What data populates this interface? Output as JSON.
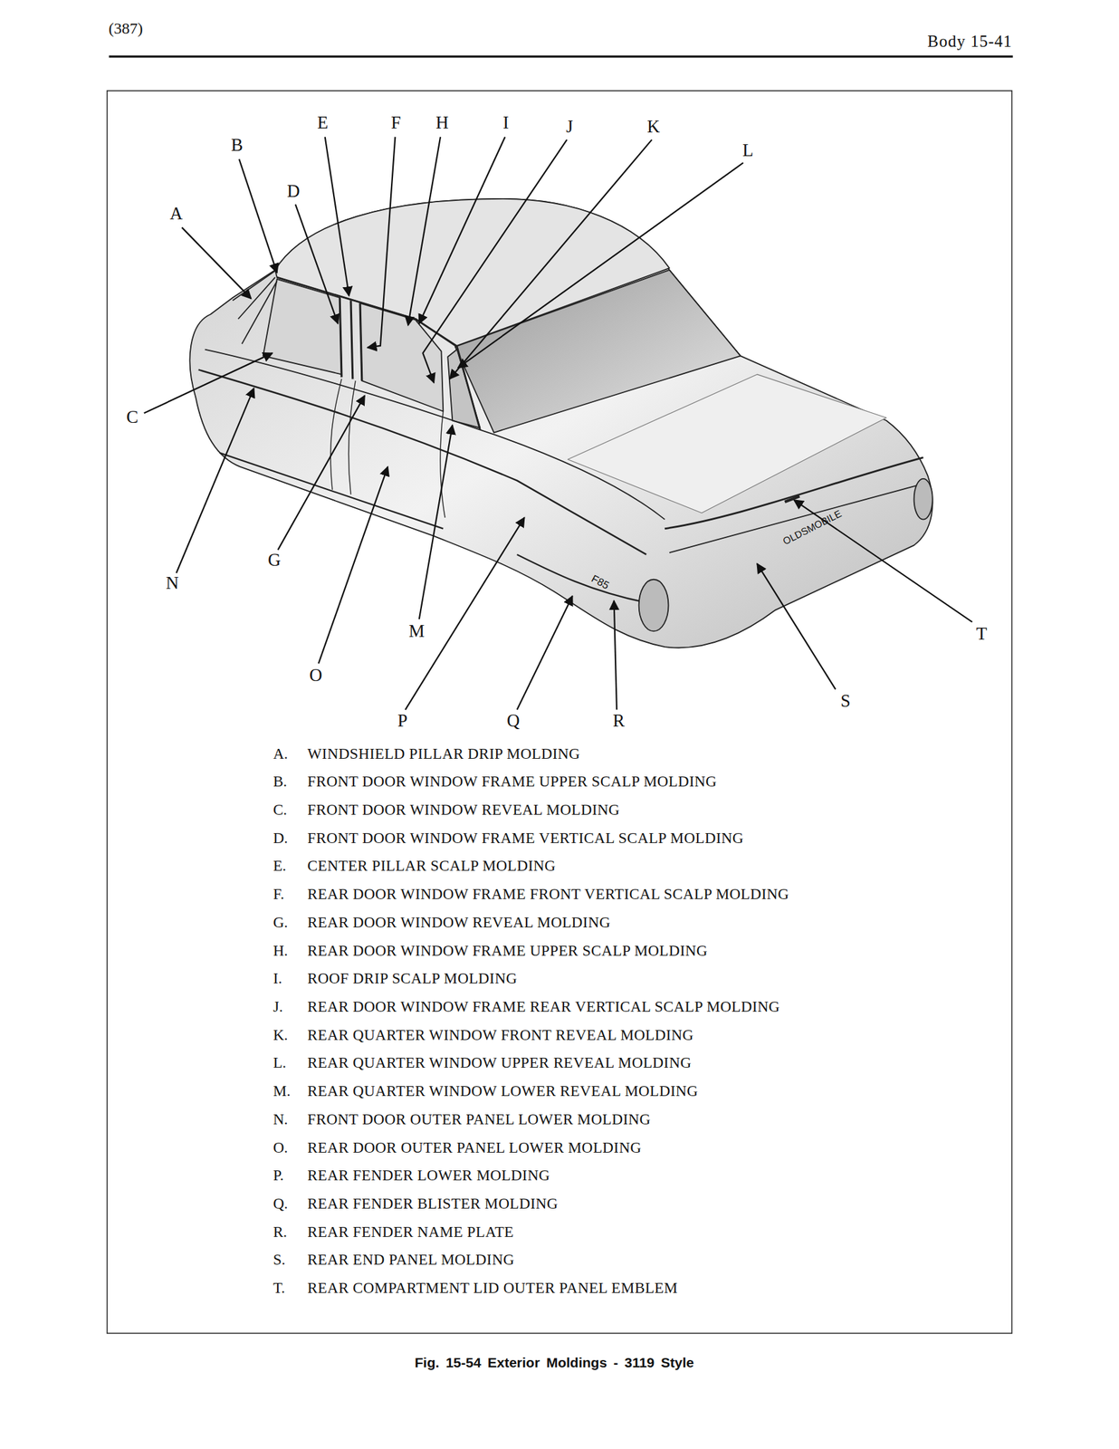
{
  "diagram": {
    "caption": "Fig. 15-54 Exterior Moldings - 3119 Style",
    "labels": [
      "(387)",
      "Body 15-41",
      "E",
      "F",
      "H",
      "I",
      "J",
      "K",
      "B",
      "L",
      "D",
      "A",
      "C",
      "G",
      "N",
      "M",
      "T",
      "O",
      "S",
      "P",
      "Q",
      "R",
      "OLDSMOBILE",
      "F85",
      "A.",
      "WINDSHIELD PILLAR DRIP MOLDING",
      "B.",
      "FRONT DOOR WINDOW FRAME UPPER SCALP MOLDING",
      "C.",
      "FRONT DOOR WINDOW REVEAL MOLDING",
      "D.",
      "FRONT DOOR WINDOW FRAME VERTICAL SCALP MOLDING",
      "E.",
      "CENTER PILLAR SCALP MOLDING",
      "F.",
      "REAR DOOR WINDOW FRAME FRONT VERTICAL SCALP MOLDING",
      "G.",
      "REAR DOOR WINDOW REVEAL MOLDING",
      "H.",
      "REAR DOOR WINDOW FRAME UPPER SCALP MOLDING",
      "I.",
      "ROOF DRIP SCALP MOLDING",
      "J.",
      "REAR DOOR WINDOW FRAME REAR VERTICAL SCALP MOLDING",
      "K.",
      "REAR QUARTER WINDOW FRONT REVEAL MOLDING",
      "L.",
      "REAR QUARTER WINDOW UPPER REVEAL MOLDING",
      "M.",
      "REAR QUARTER WINDOW LOWER REVEAL MOLDING",
      "N.",
      "FRONT DOOR OUTER PANEL LOWER MOLDING",
      "O.",
      "REAR DOOR OUTER PANEL LOWER MOLDING",
      "P.",
      "REAR FENDER LOWER MOLDING",
      "Q.",
      "REAR FENDER BLISTER MOLDING",
      "R.",
      "REAR FENDER NAME PLATE",
      "S.",
      "REAR END PANEL MOLDING",
      "T.",
      "REAR COMPARTMENT LID OUTER PANEL EMBLEM"
    ]
  }
}
